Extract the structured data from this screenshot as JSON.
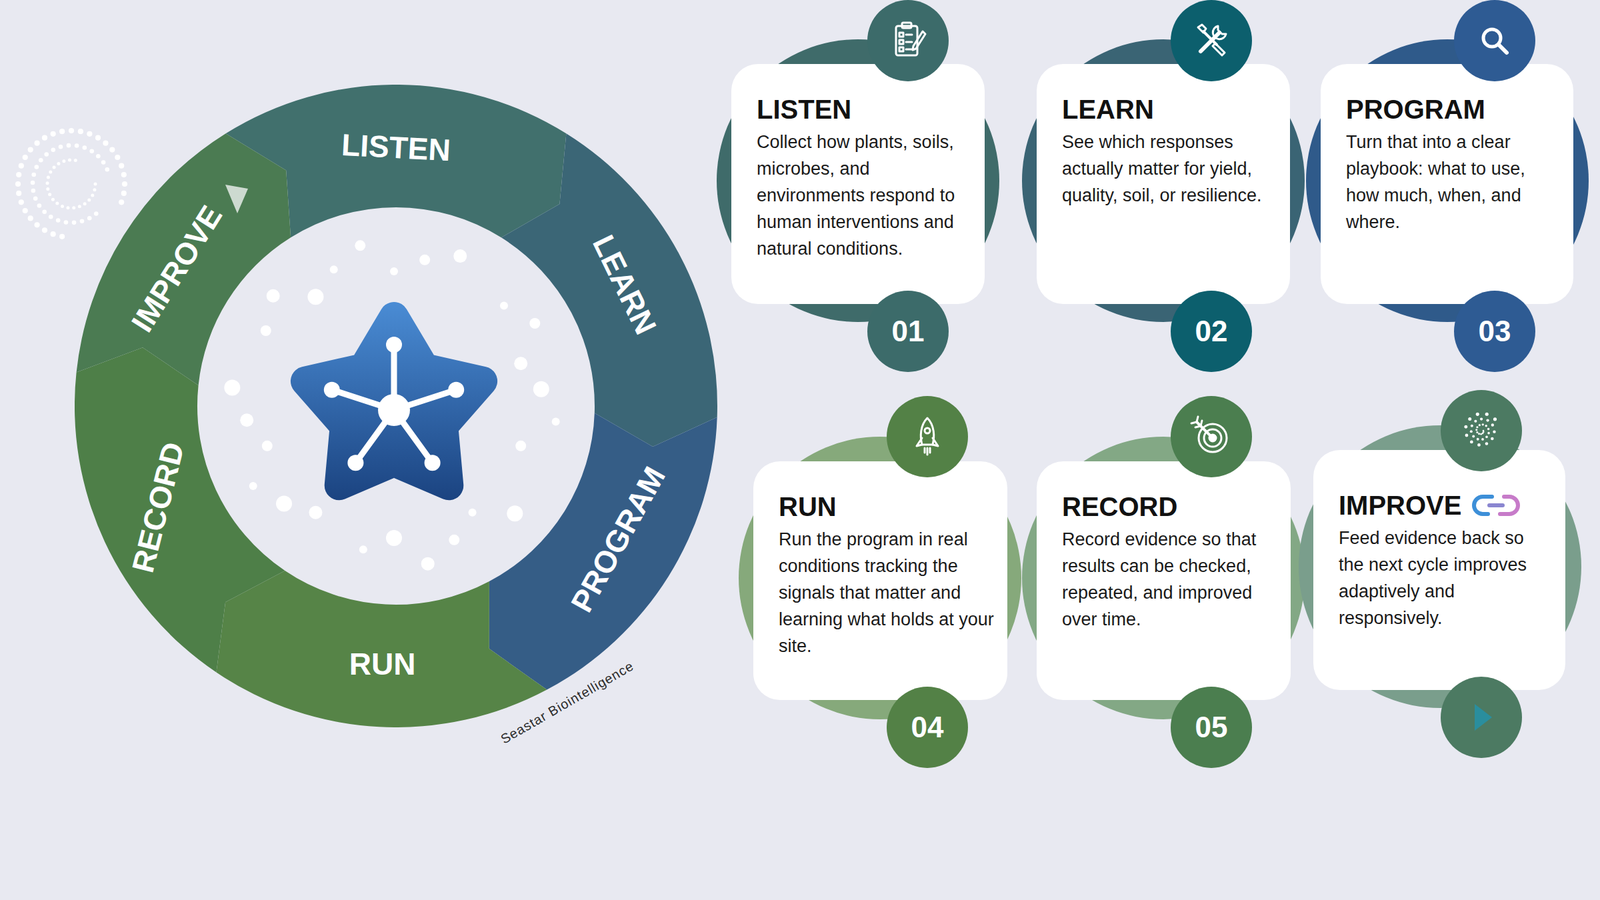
{
  "diagram": {
    "nodes": [
      {
        "text": [
          "LISTEN"
        ]
      },
      {
        "text": [
          "LEARN"
        ]
      },
      {
        "text": [
          "PROGRAM"
        ]
      },
      {
        "text": [
          "RUN"
        ]
      },
      {
        "text": [
          "RECORD"
        ]
      },
      {
        "text": [
          "IMPROVE"
        ]
      },
      {
        "text": [
          "LISTEN",
          "Collect how plants, soils, microbes, and environments respond to human interventions and natural conditions."
        ]
      },
      {
        "text": [
          "LEARN",
          "See which responses actually matter for yield, quality, soil, or resilience."
        ]
      },
      {
        "text": [
          "PROGRAM",
          "Turn that into a clear playbook: what to use, how much, when, and where."
        ]
      },
      {
        "text": [
          "RUN",
          "Run the program in real conditions tracking the signals that matter and learning what holds at your site."
        ]
      },
      {
        "text": [
          "RECORD",
          "Record evidence so that results can be checked, repeated, and improved over time."
        ]
      },
      {
        "text": [
          "IMPROVE",
          "Feed evidence back so the next cycle improves adaptively and responsively."
        ]
      }
    ],
    "labels": [
      "01",
      "02",
      "03",
      "04",
      "05",
      "Seastar Biointelligence"
    ]
  }
}
